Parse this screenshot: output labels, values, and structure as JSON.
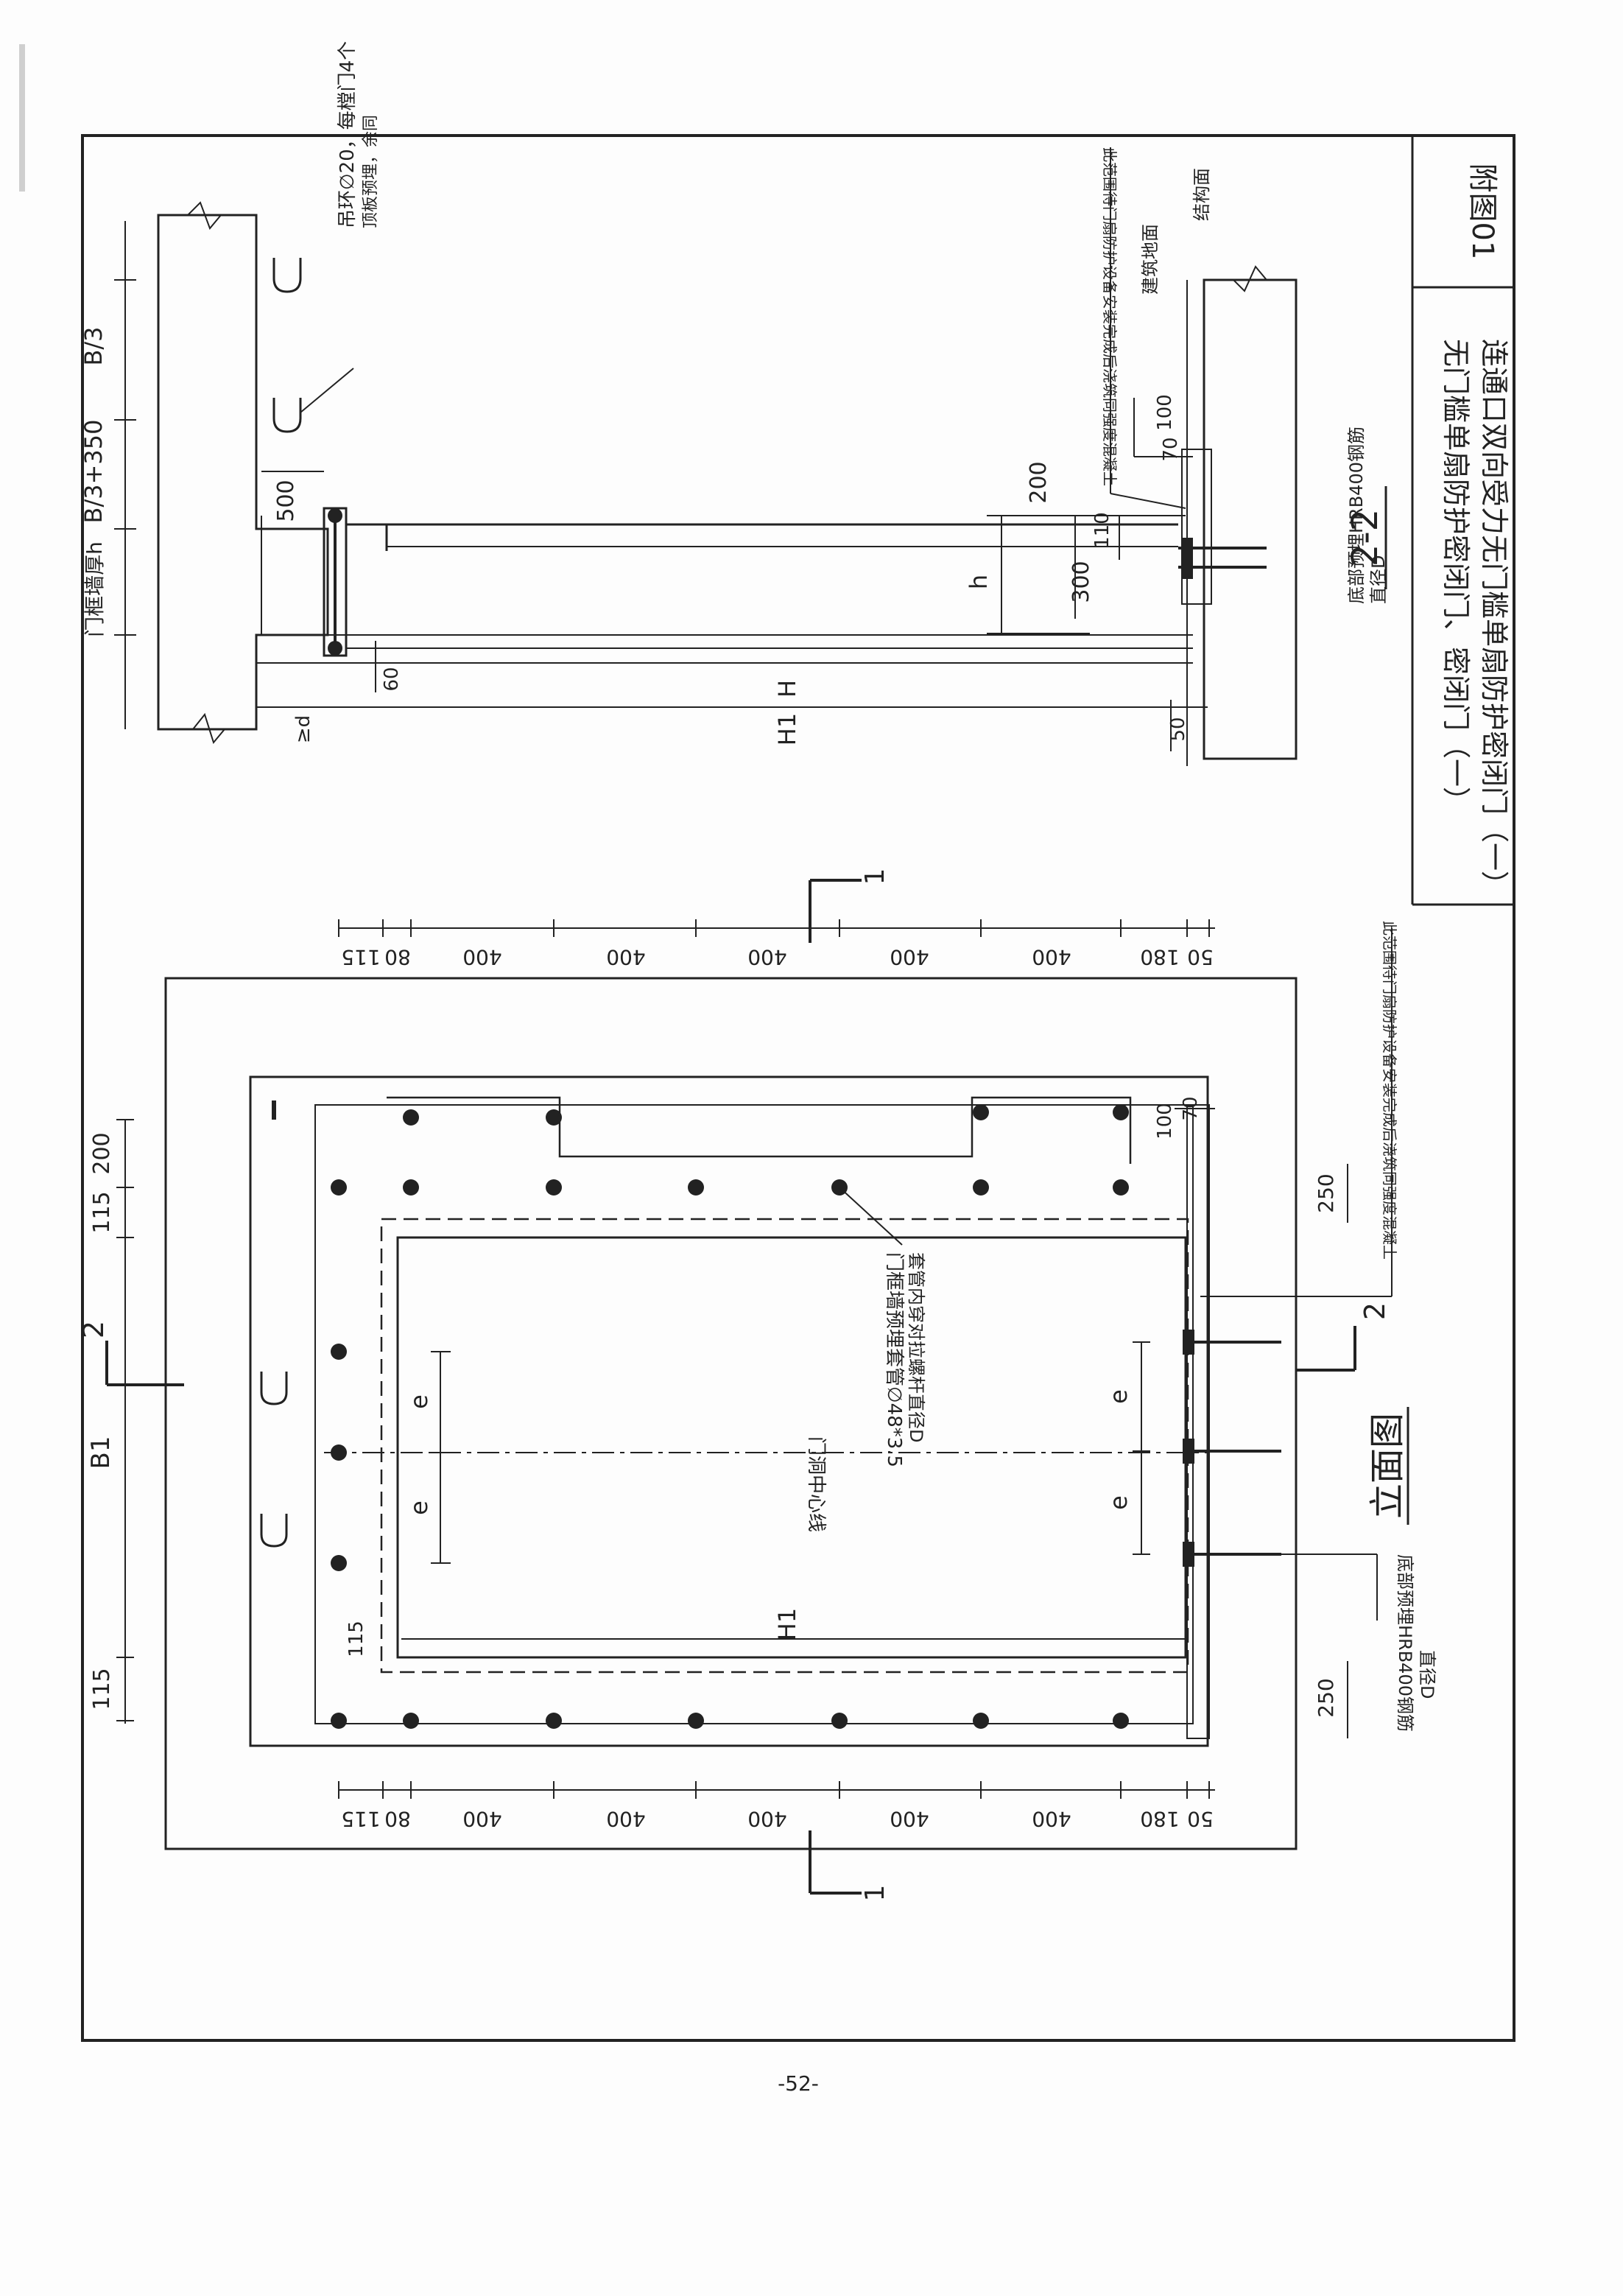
{
  "sheet": {
    "attachment_no": "附图01",
    "title_line_1": "无门槛单扇防护密闭门、密闭门（一）",
    "title_line_2": "连通口双向受力无门槛单扇防护密闭门（一）",
    "page_number": "-52-"
  },
  "section_2_2": {
    "caption": "2-2",
    "dims": {
      "b3": "B/3",
      "b3_350": "B/3+350",
      "wall_h": "门框墙厚h",
      "d500": "500",
      "d200": "200",
      "d300": "300",
      "d110": "110",
      "d100": "100",
      "d70": "70",
      "h": "h",
      "d60": "60",
      "H": "H",
      "H1": "H1",
      "d50": "50",
      "d_ge": "≥d"
    },
    "notes": {
      "hoist_ring": "吊环∅20，每樘门4个",
      "hoist_ring_2": "顶板预埋，余同",
      "floor_surface": "建筑地面",
      "structure_surface": "结构面",
      "backfill": "此范围待门扇防护设备安装完成后浇筑同强度混凝土",
      "rebar": "底部预埋HRB400钢筋",
      "rebar_2": "直径D"
    }
  },
  "elevation": {
    "caption": "立面图",
    "section_marks": {
      "s1_top": "1",
      "s1_bottom": "1",
      "s2_top": "2",
      "s2_bottom": "2"
    },
    "dims_top": [
      "115",
      "80",
      "400",
      "400",
      "400",
      "400",
      "400",
      "180",
      "50"
    ],
    "dims_bottom": [
      "115",
      "80",
      "400",
      "400",
      "400",
      "400",
      "400",
      "180",
      "50"
    ],
    "dims_left": {
      "d115a": "115",
      "d200": "200",
      "B1": "B1",
      "d115b": "115"
    },
    "right_dims": {
      "d70": "70",
      "d100": "100",
      "d250a": "250",
      "d250b": "250",
      "e1": "e",
      "e2": "e"
    },
    "inner": {
      "H1": "H1",
      "d115": "115",
      "e1": "e",
      "e2": "e"
    },
    "notes": {
      "center_line": "门洞中心线",
      "sleeve": "门框墙预埋套管∅48*3.5",
      "sleeve_2": "套管内穿对拉螺杆直径D",
      "backfill": "此范围待门扇防护设备安装完成后浇筑同强度混凝土",
      "rebar": "底部预埋HRB400钢筋",
      "rebar_2": "直径D"
    }
  }
}
